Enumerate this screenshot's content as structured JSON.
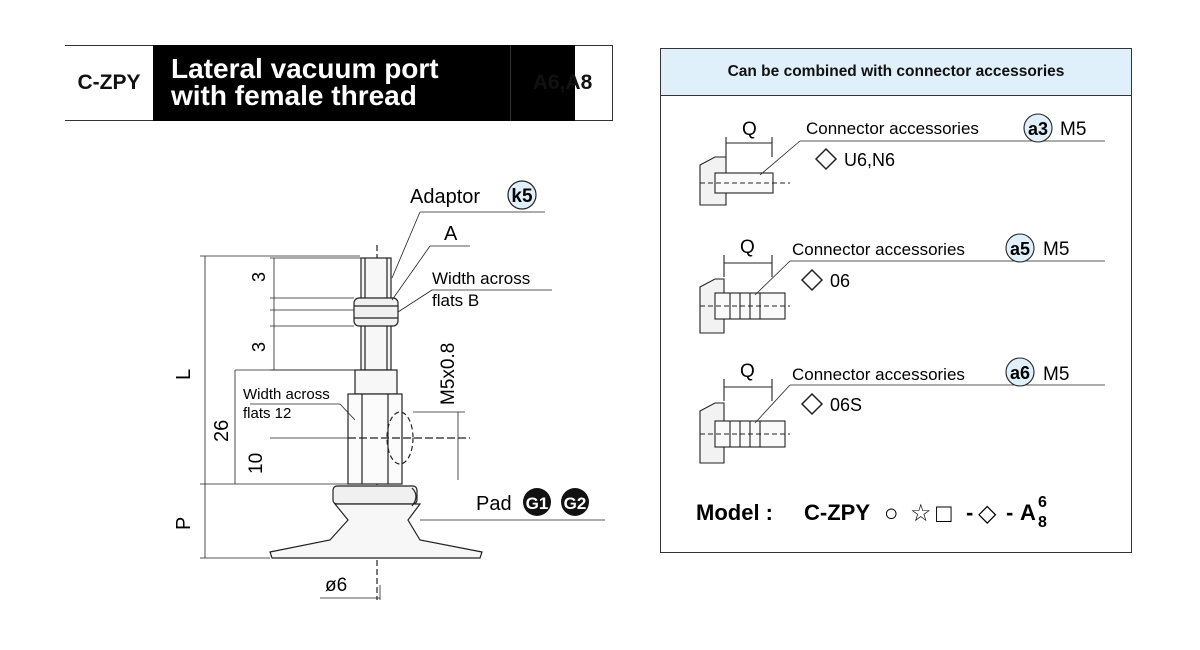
{
  "header": {
    "code": "C-ZPY",
    "title_line1": "Lateral vacuum port",
    "title_line2": "with female thread",
    "variants": "A6,A8"
  },
  "drawing": {
    "adaptor_label": "Adaptor",
    "adaptor_code": "k5",
    "thread_label": "A",
    "width_across_label_1": "Width across",
    "width_across_label_2": "flats B",
    "dim_3_top": "3",
    "dim_3_bottom": "3",
    "dim_L": "L",
    "dim_26": "26",
    "dim_10": "10",
    "dim_P": "P",
    "port_thread": "M5x0.8",
    "flats12_line1": "Width across",
    "flats12_line2": "flats 12",
    "pad_label": "Pad",
    "pad_code1": "G1",
    "pad_code2": "G2",
    "dia": "ø6"
  },
  "panel": {
    "heading": "Can be combined with connector accessories",
    "accessories": [
      {
        "q": "Q",
        "label": "Connector accessories",
        "code": "a3",
        "thread": "M5",
        "option": "U6,N6"
      },
      {
        "q": "Q",
        "label": "Connector accessories",
        "code": "a5",
        "thread": "M5",
        "option": "06"
      },
      {
        "q": "Q",
        "label": "Connector accessories",
        "code": "a6",
        "thread": "M5",
        "option": "06S"
      }
    ],
    "model": {
      "prefix": "Model :",
      "code": "C-ZPY",
      "sym_circle": "○",
      "sym_star": "☆",
      "sym_square": "□",
      "dash1": "-",
      "sym_diamond": "◇",
      "dash2": "-",
      "letter": "A",
      "sup": "6",
      "sub": "8"
    }
  },
  "colors": {
    "highlight": "#dff0fb",
    "line": "#222222"
  }
}
